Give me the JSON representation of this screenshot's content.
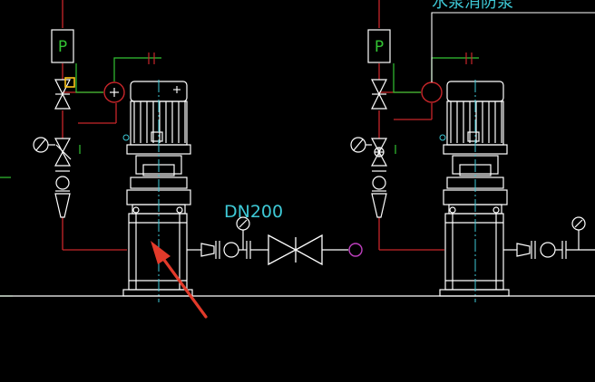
{
  "drawing": {
    "pipe_size_label": "DN200",
    "top_right_note": "水泵消防泵",
    "pressure_switch_label": "P"
  },
  "colors": {
    "background": "#000000",
    "equipment": "#ffffff",
    "pipe_red": "#c8262a",
    "wire_green": "#33c333",
    "centerline_cyan": "#3ec9d6",
    "text_cyan": "#3ec9d6",
    "annotation_arrow": "#e23a2a",
    "endpoint_magenta": "#c040c0",
    "highlight_yellow": "#ffc51a"
  }
}
